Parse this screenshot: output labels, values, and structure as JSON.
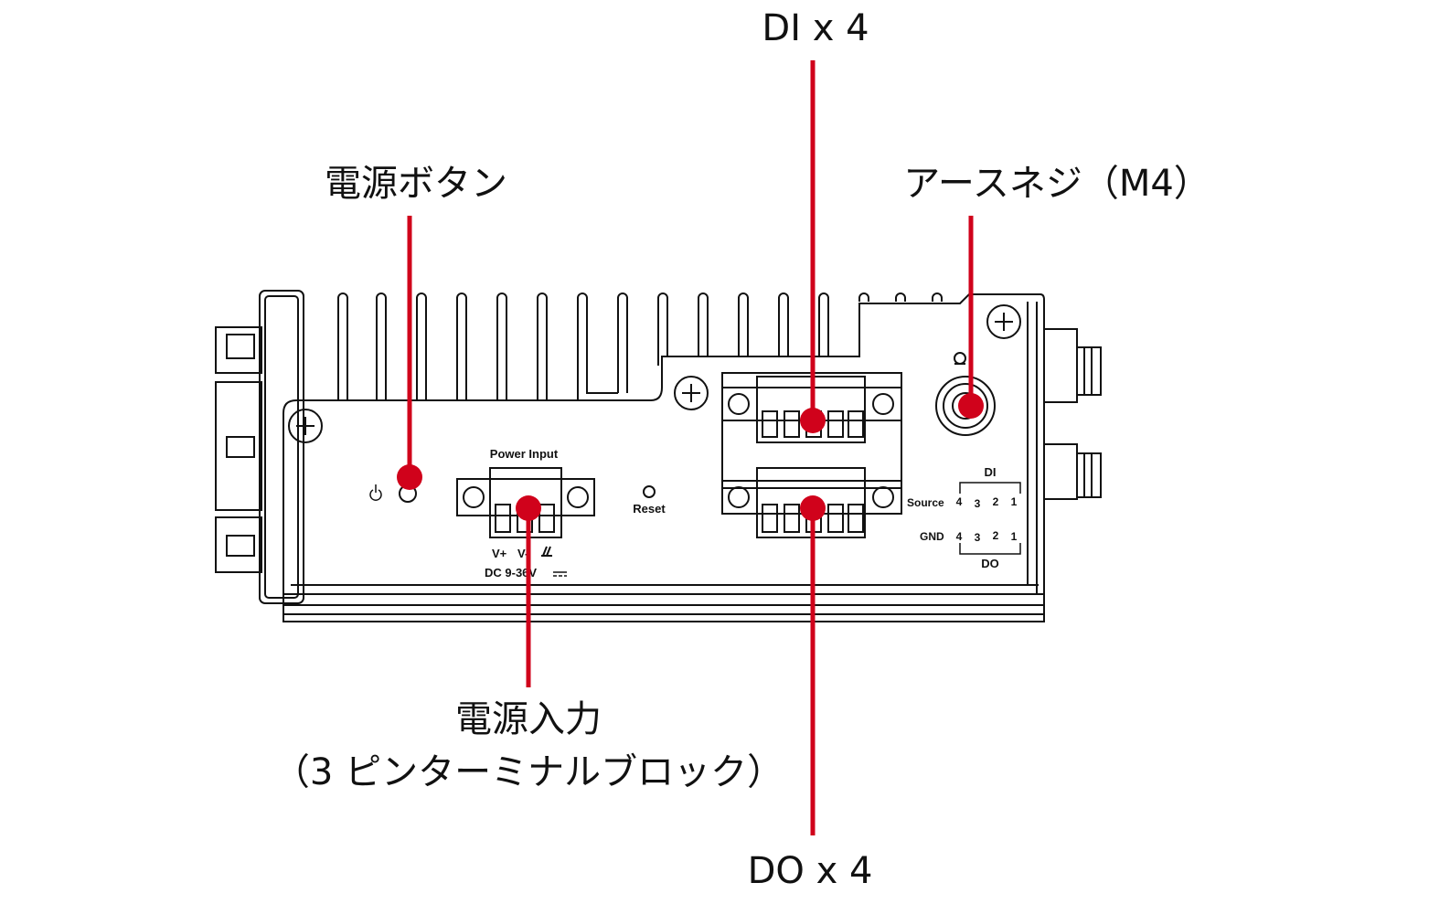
{
  "callouts": {
    "power_button": "電源ボタン",
    "di": "DI x 4",
    "ground_screw": "アースネジ（M4）",
    "power_input_line1": "電源入力",
    "power_input_line2": "（3 ピンターミナルブロック）",
    "do": "DO x 4"
  },
  "device_labels": {
    "power_input": "Power Input",
    "reset": "Reset",
    "v_plus": "V+",
    "v_minus": "V-",
    "dc_rating": "DC 9-36V",
    "di": "DI",
    "do": "DO",
    "source": "Source",
    "gnd": "GND",
    "pin4": "4",
    "pin3": "3",
    "pin2": "2",
    "pin1": "1"
  },
  "colors": {
    "callout_line": "#d0021b",
    "outline": "#111111"
  }
}
